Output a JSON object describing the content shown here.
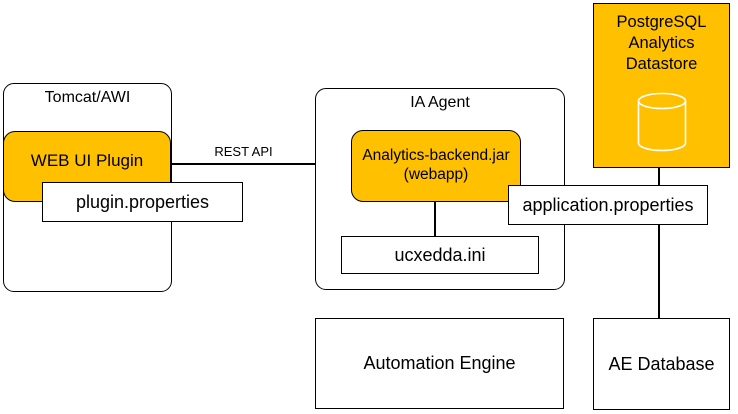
{
  "tomcat": {
    "title": "Tomcat/AWI",
    "plugin_label": "WEB UI Plugin",
    "properties_label": "plugin.properties"
  },
  "connections": {
    "rest_api_label": "REST API"
  },
  "ia_agent": {
    "title": "IA Agent",
    "backend_line1": "Analytics-backend.jar",
    "backend_line2": "(webapp)",
    "ini_label": "ucxedda.ini"
  },
  "datastore": {
    "line1": "PostgreSQL",
    "line2": "Analytics",
    "line3": "Datastore",
    "icon": "database-cylinder-icon"
  },
  "application_properties_label": "application.properties",
  "automation_engine_label": "Automation Engine",
  "ae_database_label": "AE Database",
  "colors": {
    "accent_orange": "#FFC000",
    "line_black": "#000000",
    "canvas_white": "#FFFFFF",
    "cylinder_stroke": "#FFFFFF"
  }
}
